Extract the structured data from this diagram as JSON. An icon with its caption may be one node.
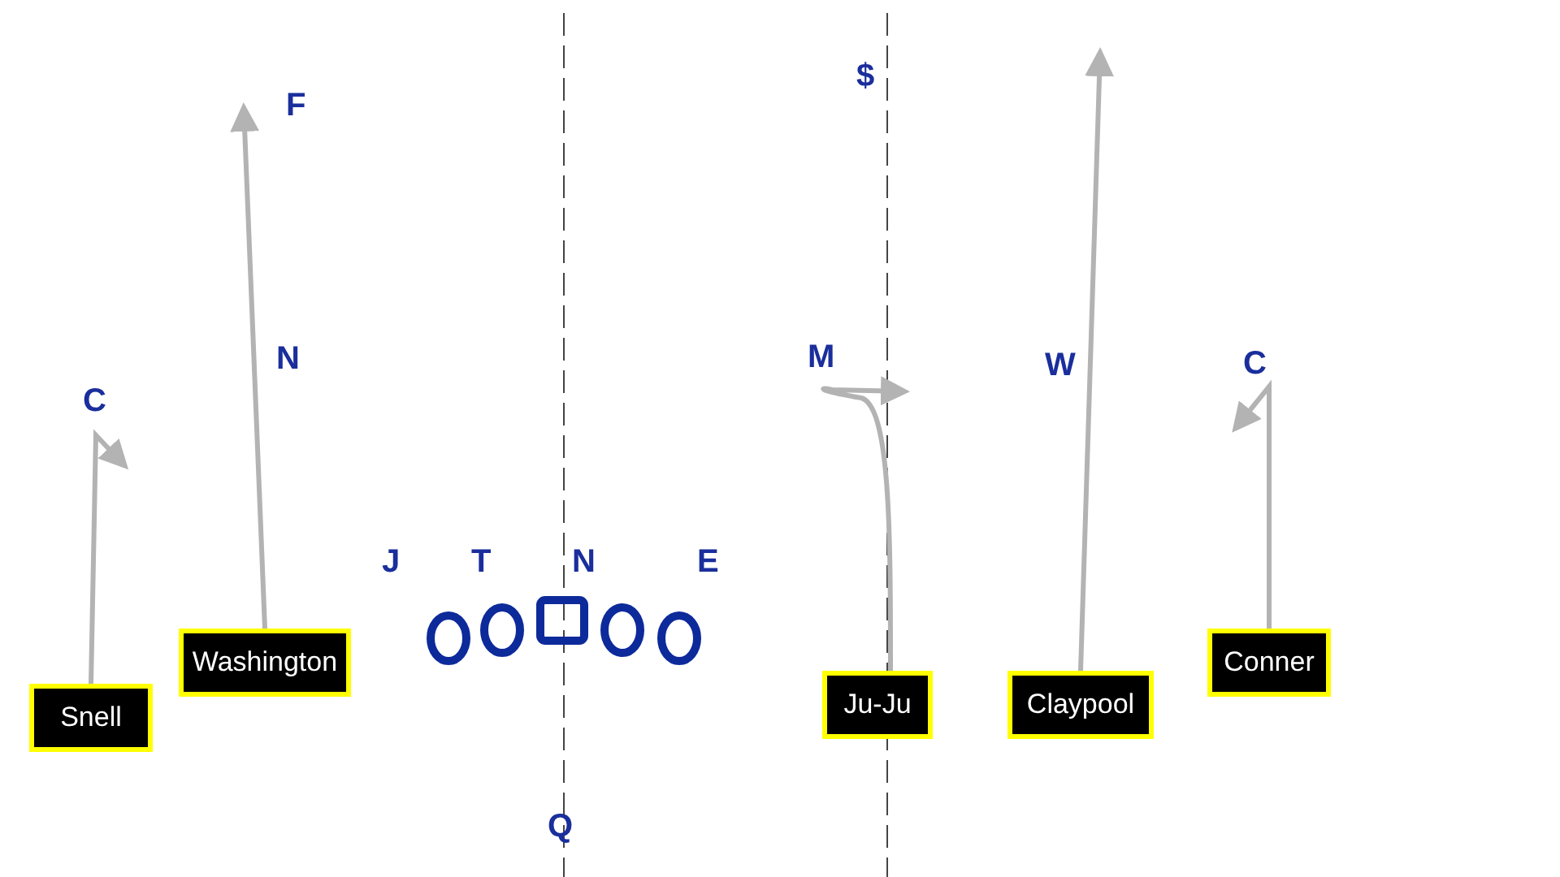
{
  "diagram": {
    "nodes": [
      {
        "text": [
          "Snell"
        ]
      },
      {
        "text": [
          "Washington"
        ]
      },
      {
        "text": [],
        "shape": "circle"
      },
      {
        "text": [],
        "shape": "circle"
      },
      {
        "text": [],
        "shape": "box"
      },
      {
        "text": [],
        "shape": "circle"
      },
      {
        "text": [],
        "shape": "circle"
      },
      {
        "text": [
          "Ju-Ju"
        ]
      },
      {
        "text": [
          "Claypool"
        ]
      },
      {
        "text": [
          "Conner"
        ]
      }
    ],
    "edges": [
      {
        "from": 0,
        "to": null,
        "arrow": "to"
      },
      {
        "from": 1,
        "to": null,
        "arrow": "to"
      },
      {
        "from": 7,
        "to": null,
        "arrow": "to"
      },
      {
        "from": 8,
        "to": null,
        "arrow": "to"
      },
      {
        "from": 9,
        "to": null,
        "arrow": "to"
      }
    ],
    "labels": [
      "$",
      "F",
      "N",
      "M",
      "W",
      "C",
      "C",
      "J",
      "T",
      "N",
      "E",
      "Q"
    ]
  }
}
